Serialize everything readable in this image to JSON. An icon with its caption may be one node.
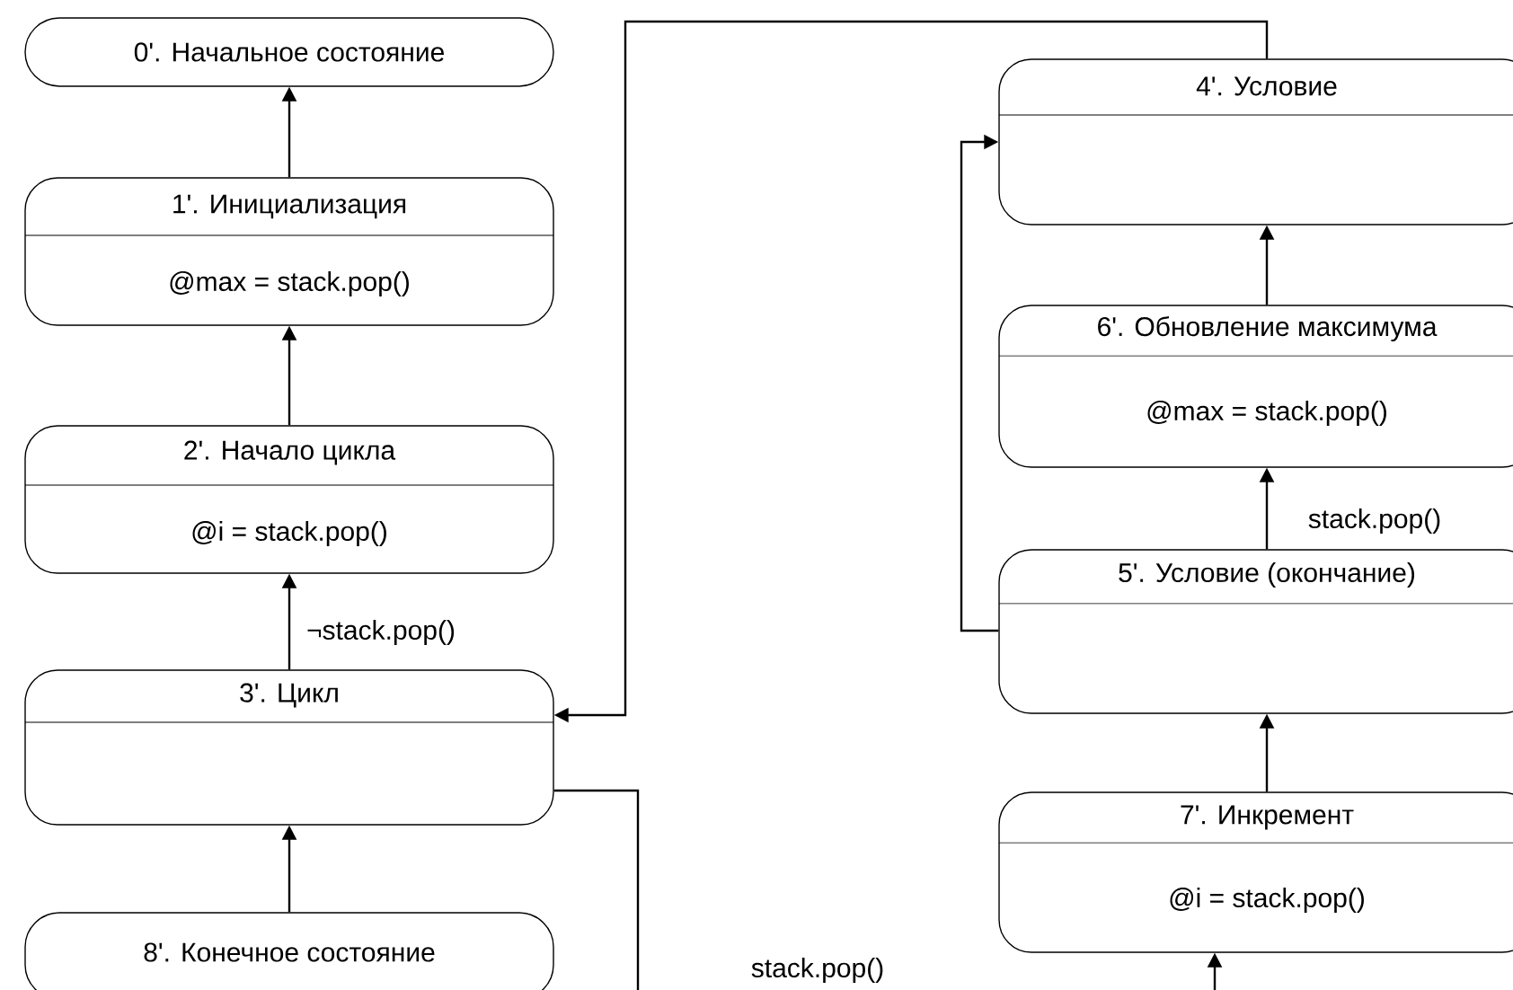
{
  "diagram": {
    "nodes": [
      {
        "text": [
          "0'. Начальное состояние"
        ]
      },
      {
        "text": [
          "1'. Инициализация",
          "@max = stack.pop()"
        ]
      },
      {
        "text": [
          "2'. Начало цикла",
          "@i = stack.pop()"
        ]
      },
      {
        "text": [
          "3'. Цикл"
        ]
      },
      {
        "text": [
          "4'. Условие"
        ]
      },
      {
        "text": [
          "5'. Условие (окончание)"
        ]
      },
      {
        "text": [
          "6'. Обновление максимума",
          "@max = stack.pop()"
        ]
      },
      {
        "text": [
          "7'. Инкремент",
          "@i = stack.pop()"
        ]
      },
      {
        "text": [
          "8'. Конечное состояние"
        ]
      }
    ],
    "edges": [
      {
        "from": 1,
        "to": 0,
        "arrow": "to"
      },
      {
        "from": 2,
        "to": 1,
        "arrow": "to"
      },
      {
        "from": 3,
        "to": 2,
        "arrow": "to",
        "label": "¬stack.pop()"
      },
      {
        "from": 8,
        "to": 3,
        "arrow": "to"
      },
      {
        "from": 3,
        "to": 7,
        "arrow": "to",
        "label": "stack.pop()"
      },
      {
        "from": 4,
        "to": 3,
        "arrow": "to"
      },
      {
        "from": 5,
        "to": 4,
        "arrow": "to"
      },
      {
        "from": 5,
        "to": 6,
        "arrow": "to",
        "label": "stack.pop()"
      },
      {
        "from": 6,
        "to": 4,
        "arrow": "to"
      },
      {
        "from": 7,
        "to": 5,
        "arrow": "to"
      }
    ]
  }
}
